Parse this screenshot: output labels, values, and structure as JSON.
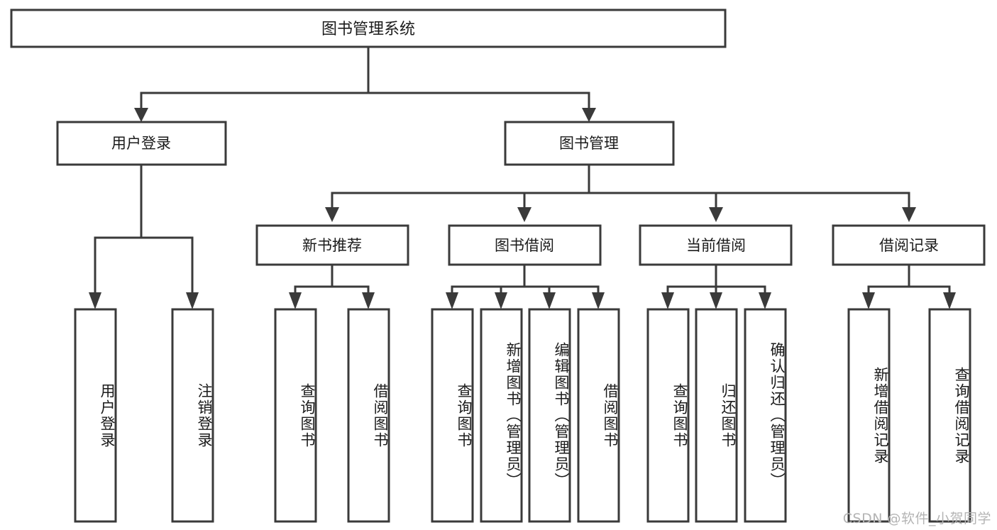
{
  "diagram": {
    "type": "hierarchy-tree",
    "title": "图书管理系统",
    "watermark": "CSDN @软件_小贺同学",
    "colors": {
      "box_stroke": "#3a3a3a",
      "box_fill": "#ffffff",
      "text": "#1b1b1b",
      "connector": "#3a3a3a",
      "watermark": "#b4b4b4",
      "background": "#ffffff"
    },
    "root": {
      "label": "图书管理系统",
      "level": 0
    },
    "level2": [
      {
        "label": "用户登录"
      },
      {
        "label": "图书管理"
      }
    ],
    "level3": [
      {
        "label": "新书推荐"
      },
      {
        "label": "图书借阅"
      },
      {
        "label": "当前借阅"
      },
      {
        "label": "借阅记录"
      }
    ],
    "leaves": {
      "user_login": [
        {
          "label": "用户登录"
        },
        {
          "label": "注销登录"
        }
      ],
      "new_book_recommend": [
        {
          "label": "查询图书"
        },
        {
          "label": "借阅图书"
        }
      ],
      "book_borrow": [
        {
          "label": "查询图书"
        },
        {
          "label": "新增图书（管理员）"
        },
        {
          "label": "编辑图书（管理员）"
        },
        {
          "label": "借阅图书"
        }
      ],
      "current_borrow": [
        {
          "label": "查询图书"
        },
        {
          "label": "归还图书"
        },
        {
          "label": "确认归还（管理员）"
        }
      ],
      "borrow_records": [
        {
          "label": "新增借阅记录"
        },
        {
          "label": "查询借阅记录"
        }
      ]
    }
  }
}
